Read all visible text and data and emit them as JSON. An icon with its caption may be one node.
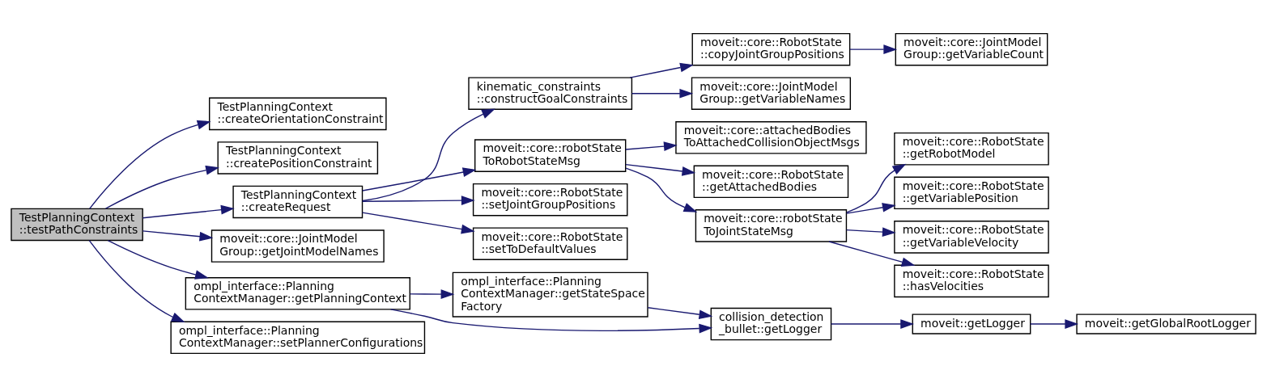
{
  "diagram": {
    "nodes": [
      {
        "text": [
          "TestPlanningContext ::testPathConstraints"
        ]
      },
      {
        "text": [
          "TestPlanningContext ::createOrientationConstraint"
        ]
      },
      {
        "text": [
          "TestPlanningContext ::createPositionConstraint"
        ]
      },
      {
        "text": [
          "TestPlanningContext ::createRequest"
        ]
      },
      {
        "text": [
          "moveit::core::JointModel Group::getJointModelNames"
        ]
      },
      {
        "text": [
          "ompl_interface::Planning ContextManager::getPlanningContext"
        ]
      },
      {
        "text": [
          "ompl_interface::Planning ContextManager::setPlannerConfigurations"
        ]
      },
      {
        "text": [
          "kinematic_constraints ::constructGoalConstraints"
        ]
      },
      {
        "text": [
          "moveit::core::robotState ToRobotStateMsg"
        ]
      },
      {
        "text": [
          "moveit::core::RobotState ::setJointGroupPositions"
        ]
      },
      {
        "text": [
          "moveit::core::RobotState ::setToDefaultValues"
        ]
      },
      {
        "text": [
          "ompl_interface::Planning ContextManager::getStateSpace Factory"
        ]
      },
      {
        "text": [
          "moveit::core::RobotState ::copyJointGroupPositions"
        ]
      },
      {
        "text": [
          "moveit::core::JointModel Group::getVariableNames"
        ]
      },
      {
        "text": [
          "moveit::core::attachedBodies ToAttachedCollisionObjectMsgs"
        ]
      },
      {
        "text": [
          "moveit::core::RobotState ::getAttachedBodies"
        ]
      },
      {
        "text": [
          "moveit::core::robotState ToJointStateMsg"
        ]
      },
      {
        "text": [
          "collision_detection _bullet::getLogger"
        ]
      },
      {
        "text": [
          "moveit::core::JointModel Group::getVariableCount"
        ]
      },
      {
        "text": [
          "moveit::core::RobotState ::getRobotModel"
        ]
      },
      {
        "text": [
          "moveit::core::RobotState ::getVariablePosition"
        ]
      },
      {
        "text": [
          "moveit::core::RobotState ::getVariableVelocity"
        ]
      },
      {
        "text": [
          "moveit::core::RobotState ::hasVelocities"
        ]
      },
      {
        "text": [
          "moveit::getLogger"
        ]
      },
      {
        "text": [
          "moveit::getGlobalRootLogger"
        ]
      }
    ],
    "edges": [
      {
        "from": 0,
        "to": 1,
        "arrow": "to"
      },
      {
        "from": 0,
        "to": 2,
        "arrow": "to"
      },
      {
        "from": 0,
        "to": 3,
        "arrow": "to"
      },
      {
        "from": 0,
        "to": 4,
        "arrow": "to"
      },
      {
        "from": 0,
        "to": 5,
        "arrow": "to"
      },
      {
        "from": 0,
        "to": 6,
        "arrow": "to"
      },
      {
        "from": 3,
        "to": 7,
        "arrow": "to"
      },
      {
        "from": 3,
        "to": 8,
        "arrow": "to"
      },
      {
        "from": 3,
        "to": 9,
        "arrow": "to"
      },
      {
        "from": 3,
        "to": 10,
        "arrow": "to"
      },
      {
        "from": 7,
        "to": 12,
        "arrow": "to"
      },
      {
        "from": 7,
        "to": 13,
        "arrow": "to"
      },
      {
        "from": 12,
        "to": 18,
        "arrow": "to"
      },
      {
        "from": 8,
        "to": 14,
        "arrow": "to"
      },
      {
        "from": 8,
        "to": 15,
        "arrow": "to"
      },
      {
        "from": 8,
        "to": 16,
        "arrow": "to"
      },
      {
        "from": 16,
        "to": 19,
        "arrow": "to"
      },
      {
        "from": 16,
        "to": 20,
        "arrow": "to"
      },
      {
        "from": 16,
        "to": 21,
        "arrow": "to"
      },
      {
        "from": 16,
        "to": 22,
        "arrow": "to"
      },
      {
        "from": 5,
        "to": 17,
        "arrow": "to"
      },
      {
        "from": 5,
        "to": 11,
        "arrow": "to"
      },
      {
        "from": 11,
        "to": 17,
        "arrow": "to"
      },
      {
        "from": 17,
        "to": 23,
        "arrow": "to"
      },
      {
        "from": 23,
        "to": 24,
        "arrow": "to"
      }
    ]
  }
}
